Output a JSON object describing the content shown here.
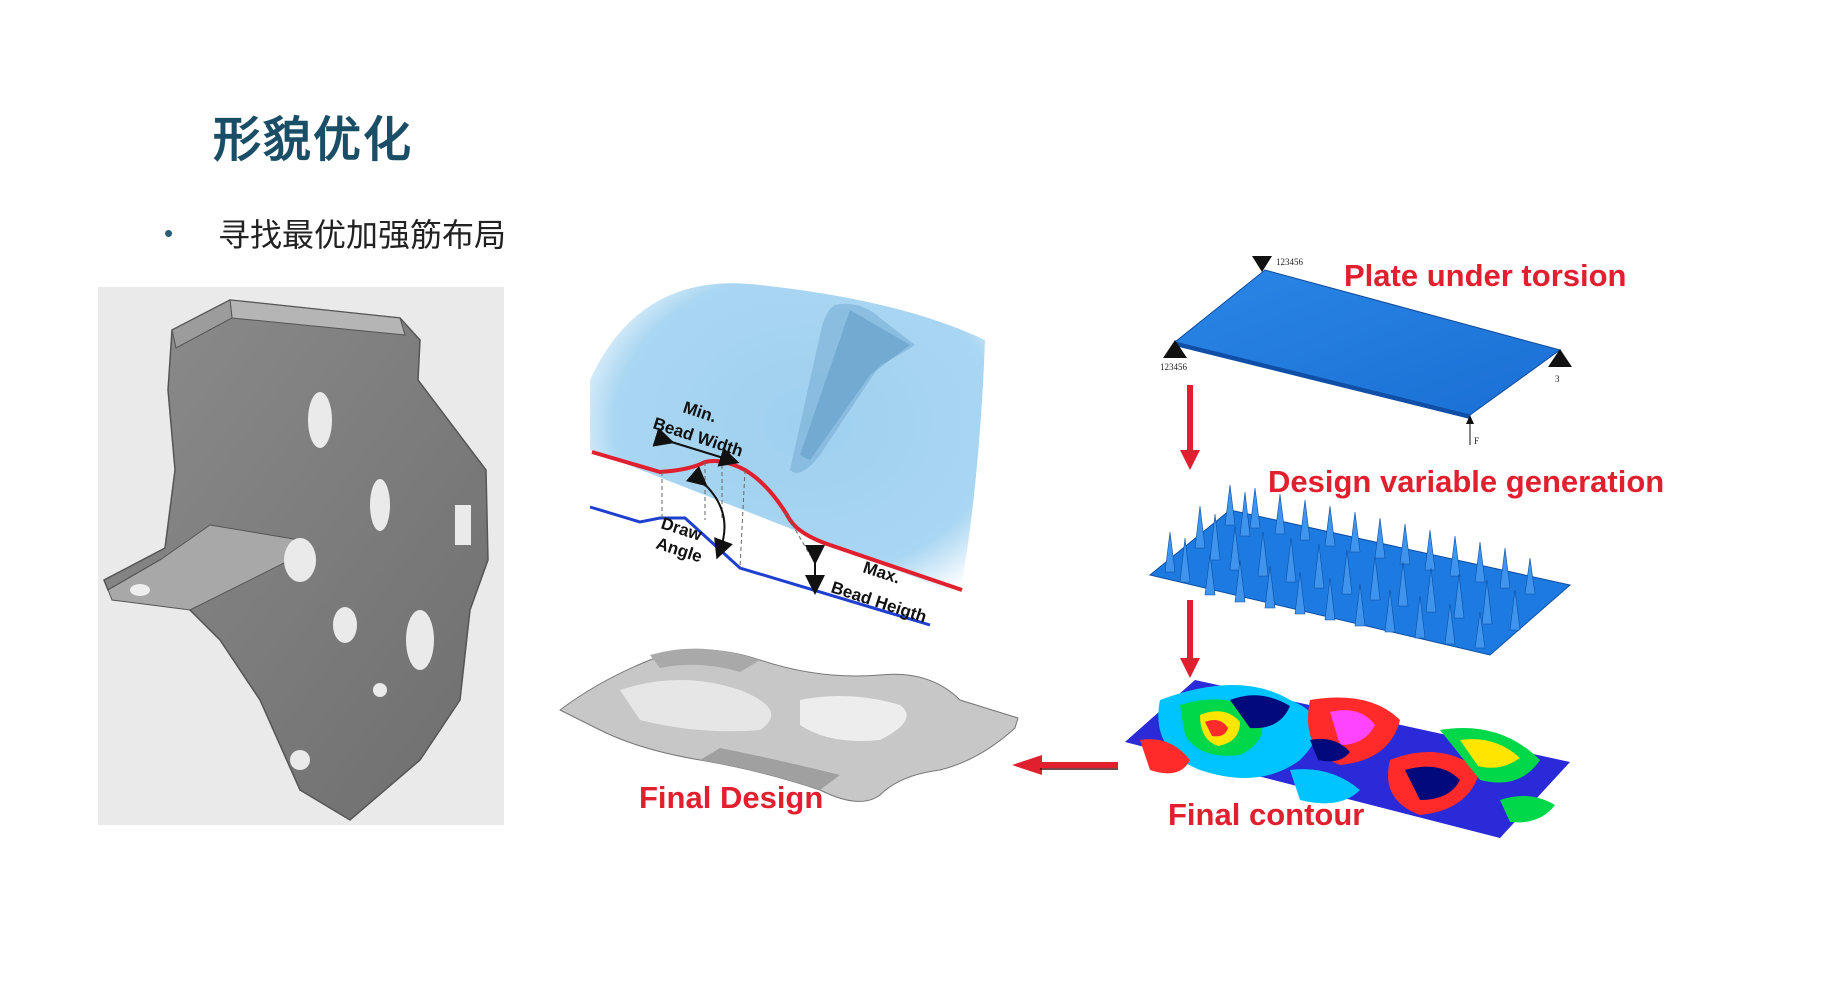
{
  "title": "形貌优化",
  "bullet": "寻找最优加强筋布局",
  "bead_diagram": {
    "min_bead_width_line1": "Min.",
    "min_bead_width_line2": "Bead Width",
    "draw_angle_line1": "Draw",
    "draw_angle_line2": "Angle",
    "max_bead_height_line1": "Max.",
    "max_bead_height_line2": "Bead Heigth"
  },
  "labels": {
    "plate_under_torsion": "Plate under torsion",
    "design_variable_generation": "Design variable generation",
    "final_contour": "Final contour",
    "final_design": "Final Design"
  },
  "plate_annotations": {
    "top": "123456",
    "left": "123456",
    "right": "3",
    "force": "F"
  },
  "colors": {
    "title": "#1a4e66",
    "label_red": "#e0202e",
    "plate_blue": "#1f7de0"
  }
}
